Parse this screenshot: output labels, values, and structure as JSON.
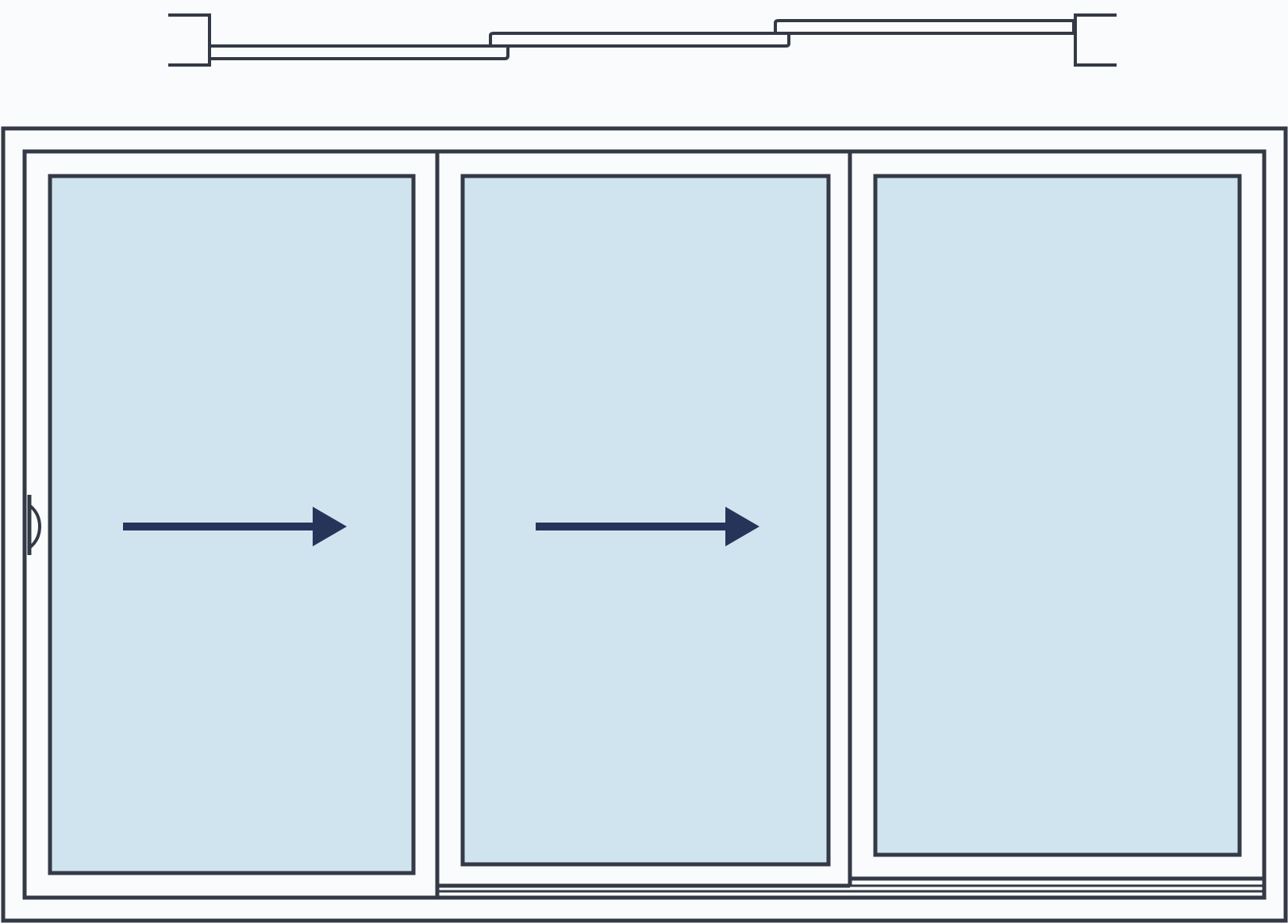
{
  "diagram": {
    "kind": "sliding-window-elevation",
    "panel_count": 3,
    "panels": [
      {
        "id": "left",
        "operation": "sliding",
        "direction": "right",
        "track": "inner",
        "has_handle": true
      },
      {
        "id": "middle",
        "operation": "sliding",
        "direction": "right",
        "track": "middle",
        "has_handle": false
      },
      {
        "id": "right",
        "operation": "fixed",
        "direction": null,
        "track": "outer",
        "has_handle": false
      }
    ],
    "plan_view": {
      "shown": true,
      "position": "top",
      "stacked_tracks": 3
    },
    "colors": {
      "background": "#fafbfd",
      "frame_stroke": "#343a45",
      "glass": "#d0e4ef",
      "arrow": "#27345a"
    },
    "icons": [
      "arrow-right-icon",
      "handle-icon"
    ]
  }
}
